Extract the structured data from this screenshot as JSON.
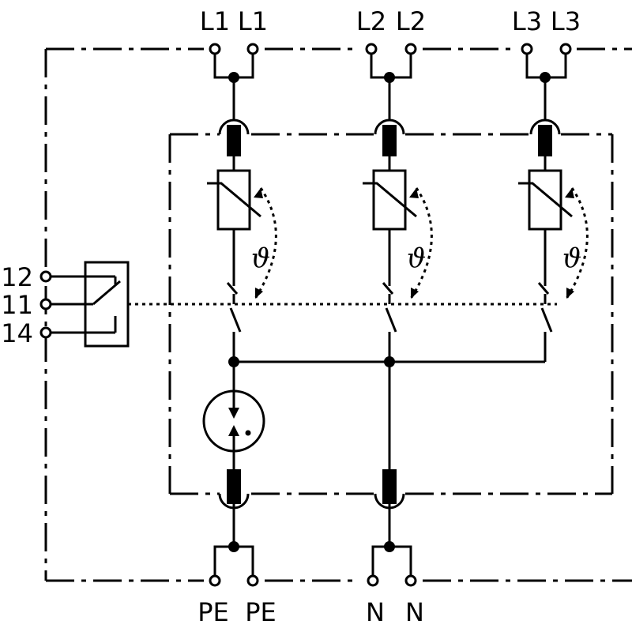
{
  "terminals": {
    "top": [
      "L1",
      "L1",
      "L2",
      "L2",
      "L3",
      "L3"
    ],
    "bottom": [
      "PE",
      "PE",
      "N",
      "N"
    ],
    "contact": [
      "12",
      "11",
      "14"
    ]
  },
  "thermal_symbol": "ϑ",
  "icons": {
    "varistor": "varistor-icon",
    "fuse": "fuse-icon",
    "gas_discharge_tube": "gas-discharge-tube-icon",
    "signal_contact": "changeover-contact-icon"
  }
}
